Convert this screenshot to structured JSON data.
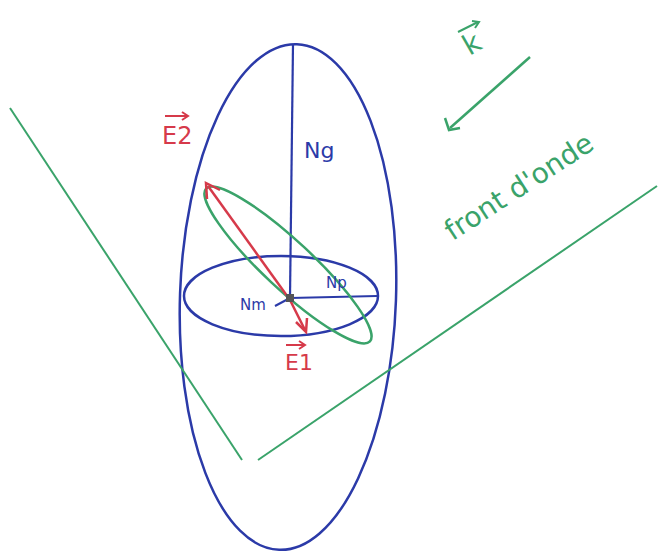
{
  "diagram": {
    "labels": [
      "E2",
      "Ng",
      "Nm",
      "Np",
      "E1",
      "k",
      "front d'onde"
    ]
  }
}
